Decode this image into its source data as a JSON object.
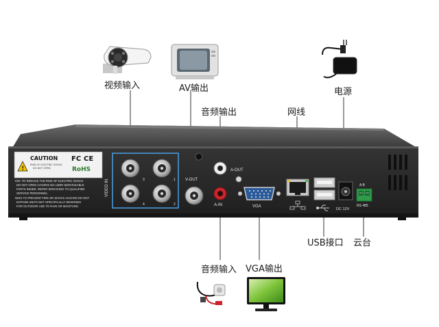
{
  "labels": {
    "video_in": "视频输入",
    "av_out": "AV输出",
    "audio_out": "音频输出",
    "network": "网线",
    "power": "电源",
    "usb": "USB接口",
    "ptz": "云台",
    "audio_in": "音频输入",
    "vga_out": "VGA输出"
  },
  "panel": {
    "caution_title": "CAUTION",
    "caution_sub1": "RISK OF ELECTRIC SHOCK",
    "caution_sub2": "DO NOT OPEN",
    "fc": "FC",
    "ce": "CE",
    "rohs": "RoHS",
    "warning_lines": [
      "ION: TO REDUCE THE RISK OF ELECTRIC SHOCK",
      "DO NOT OPEN COVERS NO USER SERVICEABLE",
      "PARTS INSIDE. REFER SERVICING TO QUALIFIED",
      "SERVICE PERSONNEL.",
      "NING TO PREVENT FIRE OR SHOCK HAZARD DO NOT",
      "EXPOSE UNITS NOT SPECIFICALLY DESIGNED",
      "FOR OUTDOOR USE TO RAIN OR MOISTURE."
    ],
    "video_in_vertical": "VIDEO IN",
    "ch_nums": [
      "3",
      "1",
      "4",
      "2"
    ],
    "v_out": "V-OUT",
    "a_out": "A-OUT",
    "a_in": "A-IN",
    "vga": "VGA",
    "dc": "DC 12V",
    "rs485": "RS 485",
    "rs_ab": "A  B"
  },
  "colors": {
    "panel": "#2b2b2b",
    "panel_top": "#4a4a4a",
    "bnc_highlight": "#4aa0e6",
    "callout_line": "#555555",
    "rca_red": "#c8262c",
    "terminal_green": "#2e9a4a"
  }
}
